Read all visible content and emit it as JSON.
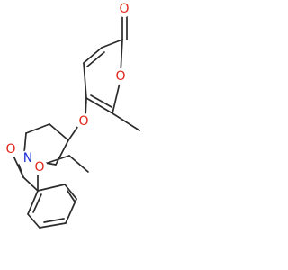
{
  "molecule": {
    "atoms": {
      "o_carbonyl_pyranone": {
        "label": "O",
        "color": "#e0241a"
      },
      "o_ring_pyranone": {
        "label": "O",
        "color": "#e0241a"
      },
      "o_ether_link": {
        "label": "O",
        "color": "#e0241a"
      },
      "o_amide": {
        "label": "O",
        "color": "#e0241a"
      },
      "n_pyrrolidine": {
        "label": "N",
        "color": "#1f2fd6"
      },
      "o_ethoxy": {
        "label": "O",
        "color": "#e0241a"
      }
    },
    "bond_color": "#2b2b2b"
  }
}
